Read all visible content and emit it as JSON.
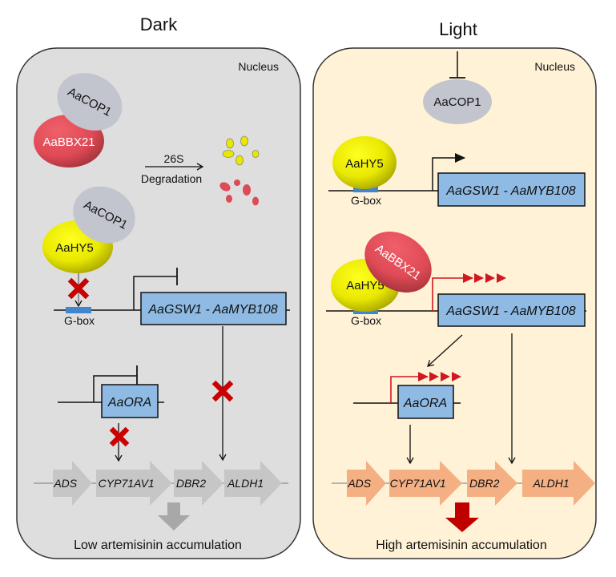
{
  "panels": {
    "dark": {
      "title": "Dark",
      "compartment": "Nucleus",
      "background": "#dedede",
      "complex1": {
        "top": "AaCOP1",
        "bottom": "AaBBX21"
      },
      "degradation": {
        "top": "26S",
        "bottom": "Degradation"
      },
      "complex2": {
        "top": "AaCOP1",
        "bottom": "AaHY5"
      },
      "gbox": "G-box",
      "target_gene": "AaGSW1 - AaMYB108",
      "secondary_gene": "AaORA",
      "pathway_genes": [
        "ADS",
        "CYP71AV1",
        "DBR2",
        "ALDH1"
      ],
      "pathway_color": "#c6c6c6",
      "result_arrow_color": "#a8a8a8",
      "result": "Low artemisinin accumulation"
    },
    "light": {
      "title": "Light",
      "compartment": "Nucleus",
      "background": "#fff2d6",
      "cop1": "AaCOP1",
      "hy5_alone": "AaHY5",
      "gbox": "G-box",
      "target_gene": "AaGSW1 - AaMYB108",
      "complex": {
        "top": "AaBBX21",
        "bottom": "AaHY5"
      },
      "secondary_gene": "AaORA",
      "pathway_genes": [
        "ADS",
        "CYP71AV1",
        "DBR2",
        "ALDH1"
      ],
      "pathway_color": "#f4b083",
      "result_arrow_color": "#c00000",
      "result": "High artemisinin accumulation"
    }
  },
  "colors": {
    "cop1": "#c3c5ce",
    "bbx21": "#e0535c",
    "hy5": "#e8e800",
    "gene_box": "#8ebae4",
    "gbox": "#3f86cf",
    "inhibit_x": "#cc0000",
    "activation": "#d01820"
  }
}
